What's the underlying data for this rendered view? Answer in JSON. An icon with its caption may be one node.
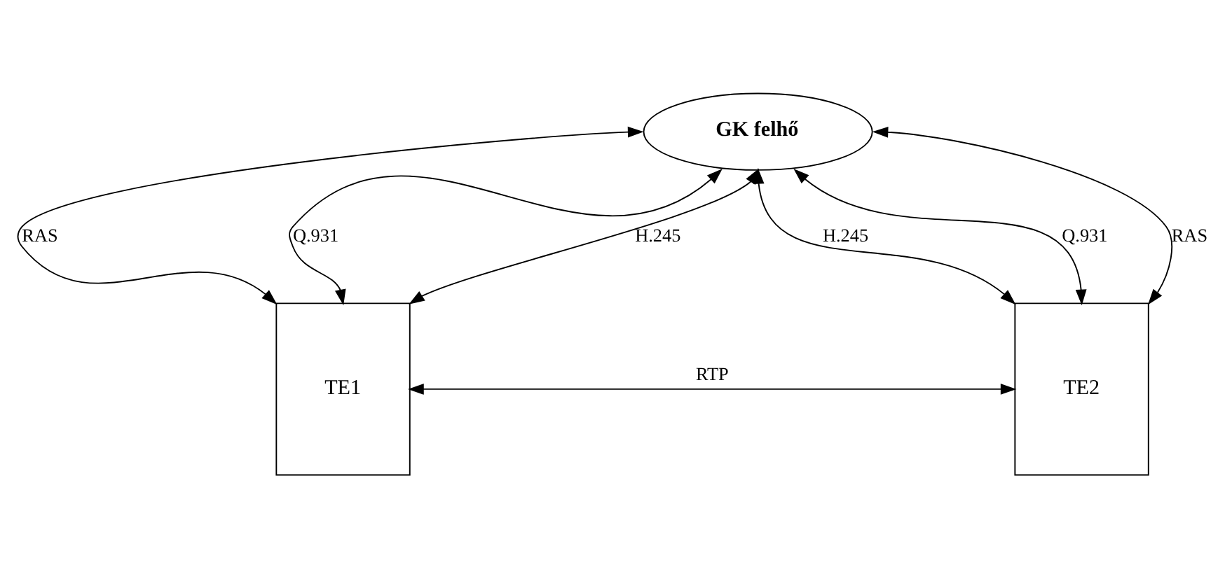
{
  "diagram": {
    "nodes": [
      {
        "text": [
          "GK felhő"
        ]
      },
      {
        "text": [
          "TE1"
        ]
      },
      {
        "text": [
          "TE2"
        ]
      }
    ],
    "edges": [
      {
        "from": 1,
        "to": 0,
        "arrow": "both",
        "label": "RAS"
      },
      {
        "from": 1,
        "to": 0,
        "arrow": "both",
        "label": "Q.931"
      },
      {
        "from": 1,
        "to": 0,
        "arrow": "both",
        "label": "H.245"
      },
      {
        "from": 2,
        "to": 0,
        "arrow": "both",
        "label": "H.245"
      },
      {
        "from": 2,
        "to": 0,
        "arrow": "both",
        "label": "Q.931"
      },
      {
        "from": 2,
        "to": 0,
        "arrow": "both",
        "label": "RAS"
      },
      {
        "from": 1,
        "to": 2,
        "arrow": "both",
        "label": "RTP"
      }
    ]
  }
}
